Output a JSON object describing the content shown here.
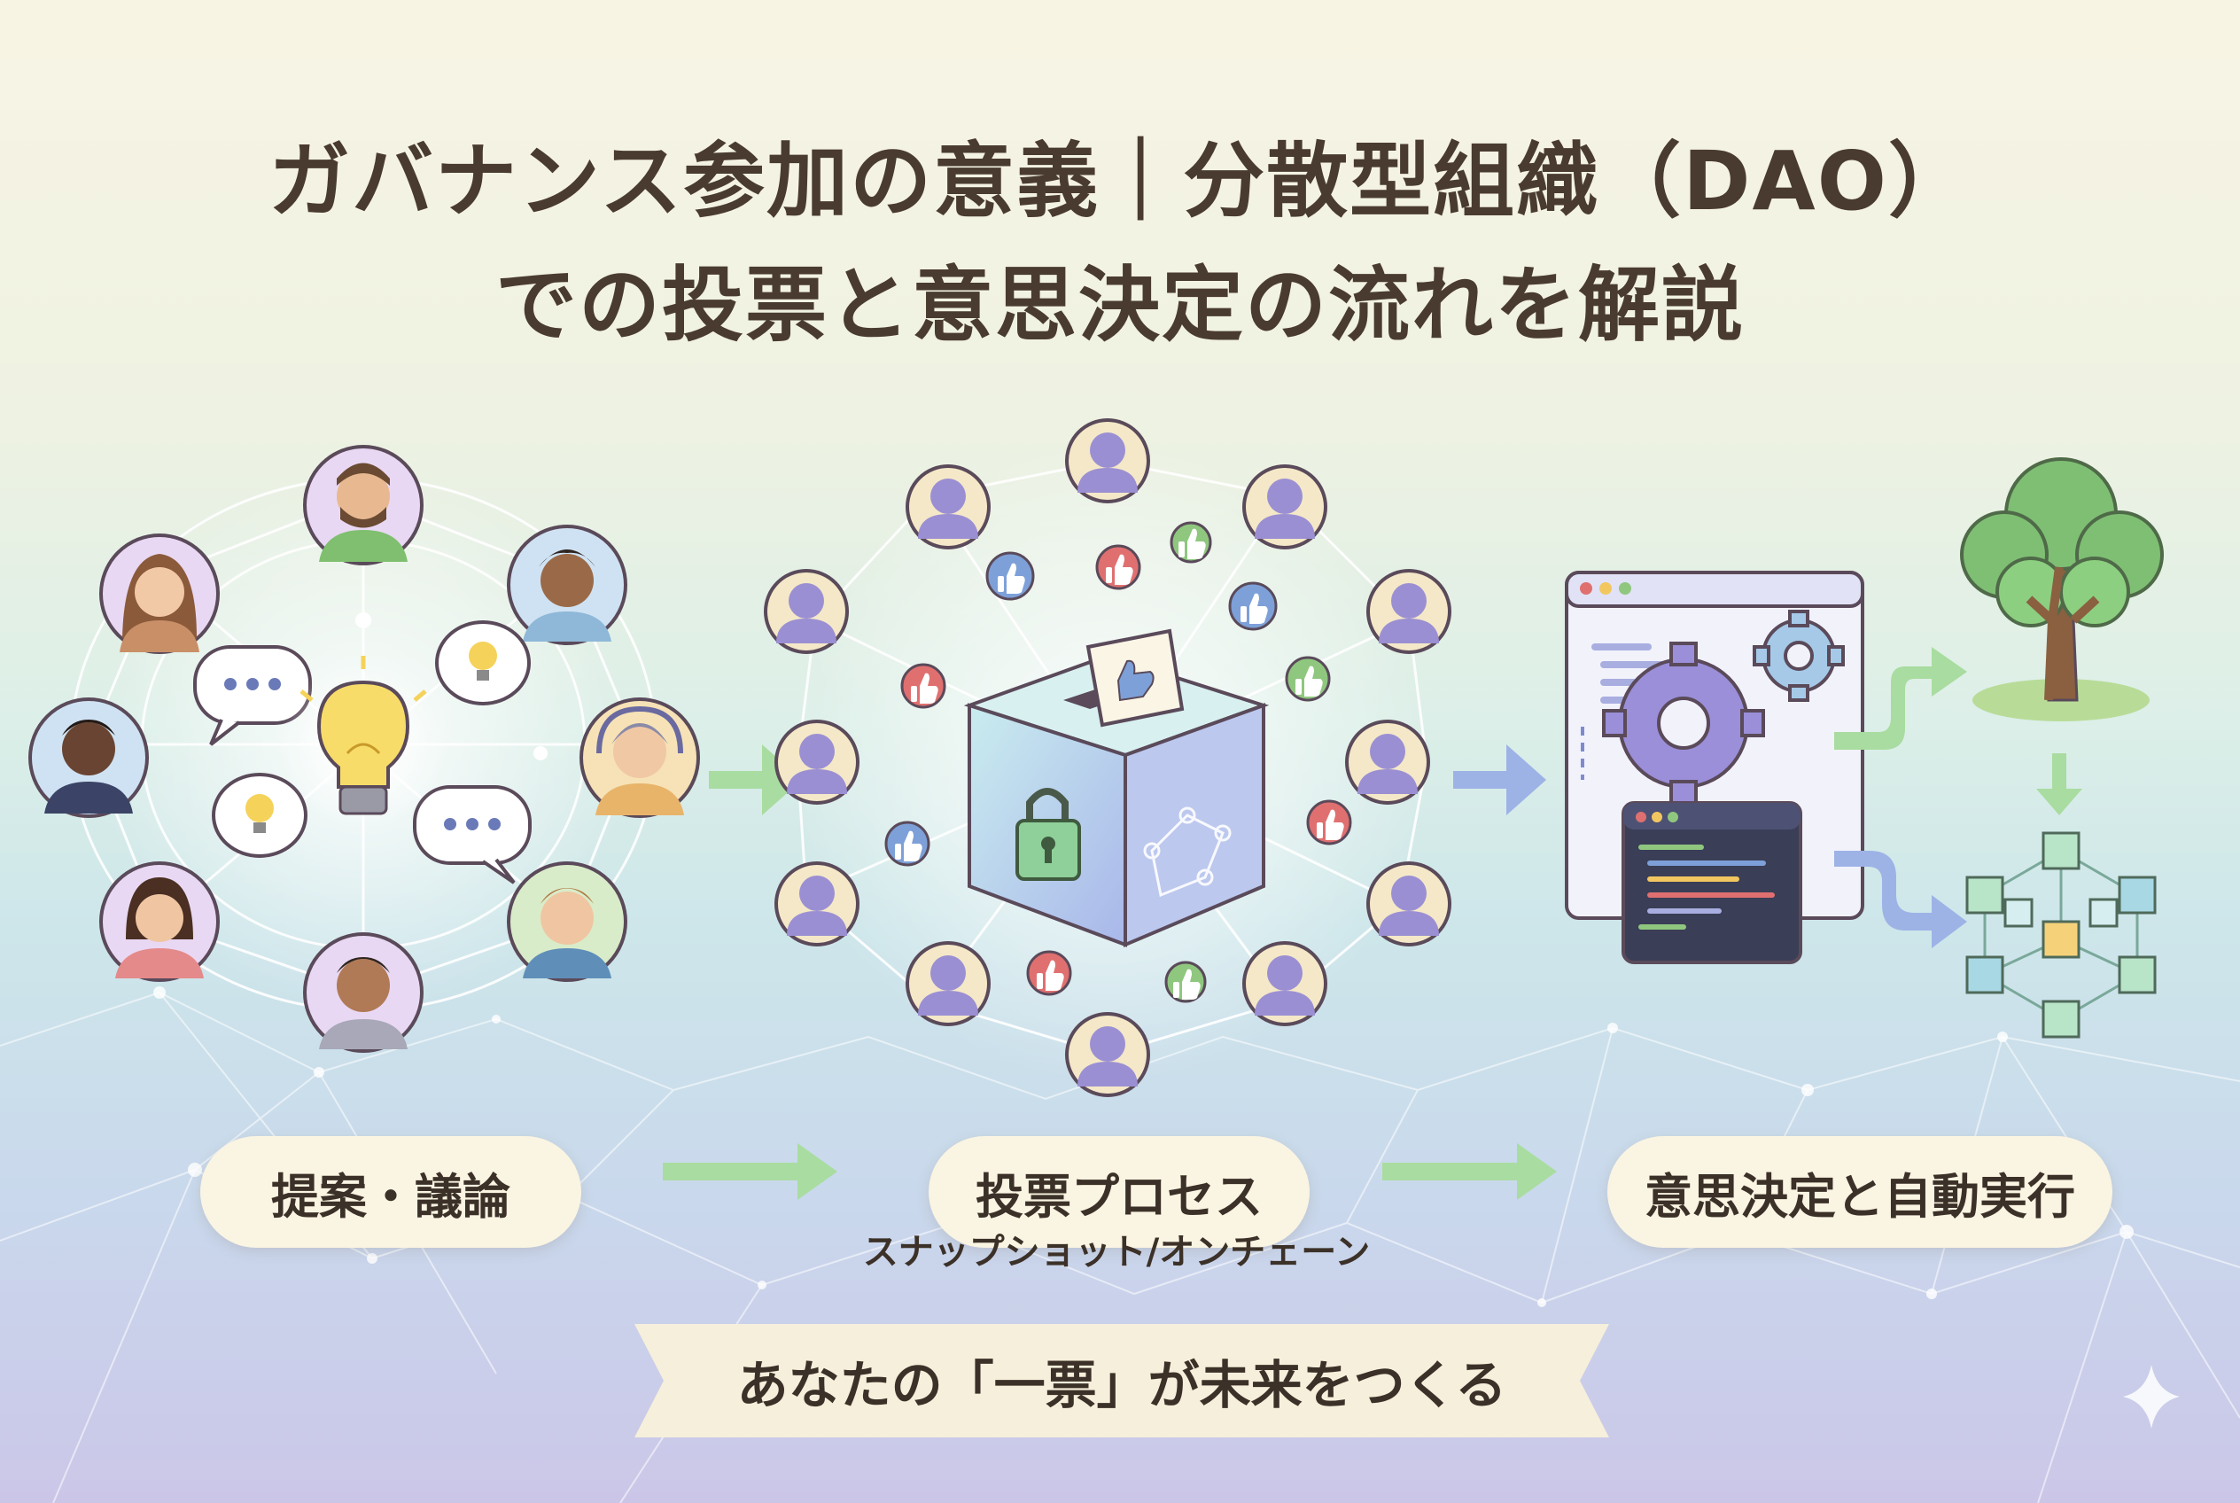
{
  "title": {
    "line1": "ガバナンス参加の意義｜分散型組織（DAO）",
    "line2": "での投票と意思決定の流れを解説"
  },
  "steps": [
    {
      "label": "提案・議論",
      "sub": ""
    },
    {
      "label": "投票プロセス",
      "sub": "スナップショット/オンチェーン"
    },
    {
      "label": "意思決定と自動実行",
      "sub": ""
    }
  ],
  "slogan": "あなたの「一票」が未来をつくる",
  "colors": {
    "title_text": "#4a3b30",
    "arrow_green": "#9fd79a",
    "arrow_blue": "#8fa9e0",
    "gear_purple": "#9a8fd8",
    "node_purple": "#9b8fd3",
    "pill_bg": "#faf4e2"
  },
  "icons": [
    "lightbulb-icon",
    "speech-bubble-icon",
    "ballot-box-icon",
    "lock-icon",
    "thumbs-up-icon",
    "thumbs-down-icon",
    "gear-icon",
    "code-window-icon",
    "tree-icon",
    "blockchain-cubes-icon",
    "sparkle-icon"
  ]
}
